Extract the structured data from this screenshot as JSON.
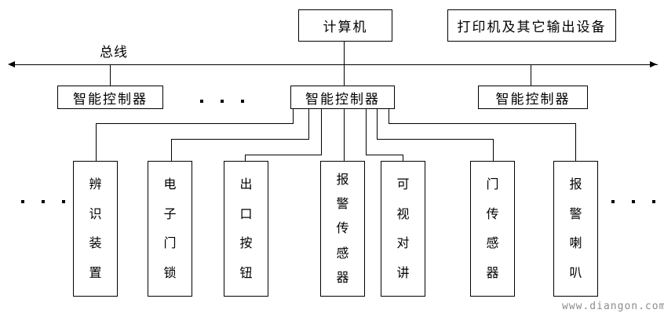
{
  "nodes": {
    "computer": "计算机",
    "printer": "打印机及其它输出设备",
    "bus_label": "总线",
    "controllers": [
      "智能控制器",
      "智能控制器",
      "智能控制器"
    ],
    "devices": [
      "辨识装置",
      "电子门锁",
      "出口按钮",
      "报警传感器",
      "可视对讲",
      "门传感器",
      "报警喇叭"
    ]
  },
  "watermark": "www.diangon.com",
  "colors": {
    "line": "#000000",
    "background": "#ffffff",
    "watermark": "#8c8c8c"
  }
}
